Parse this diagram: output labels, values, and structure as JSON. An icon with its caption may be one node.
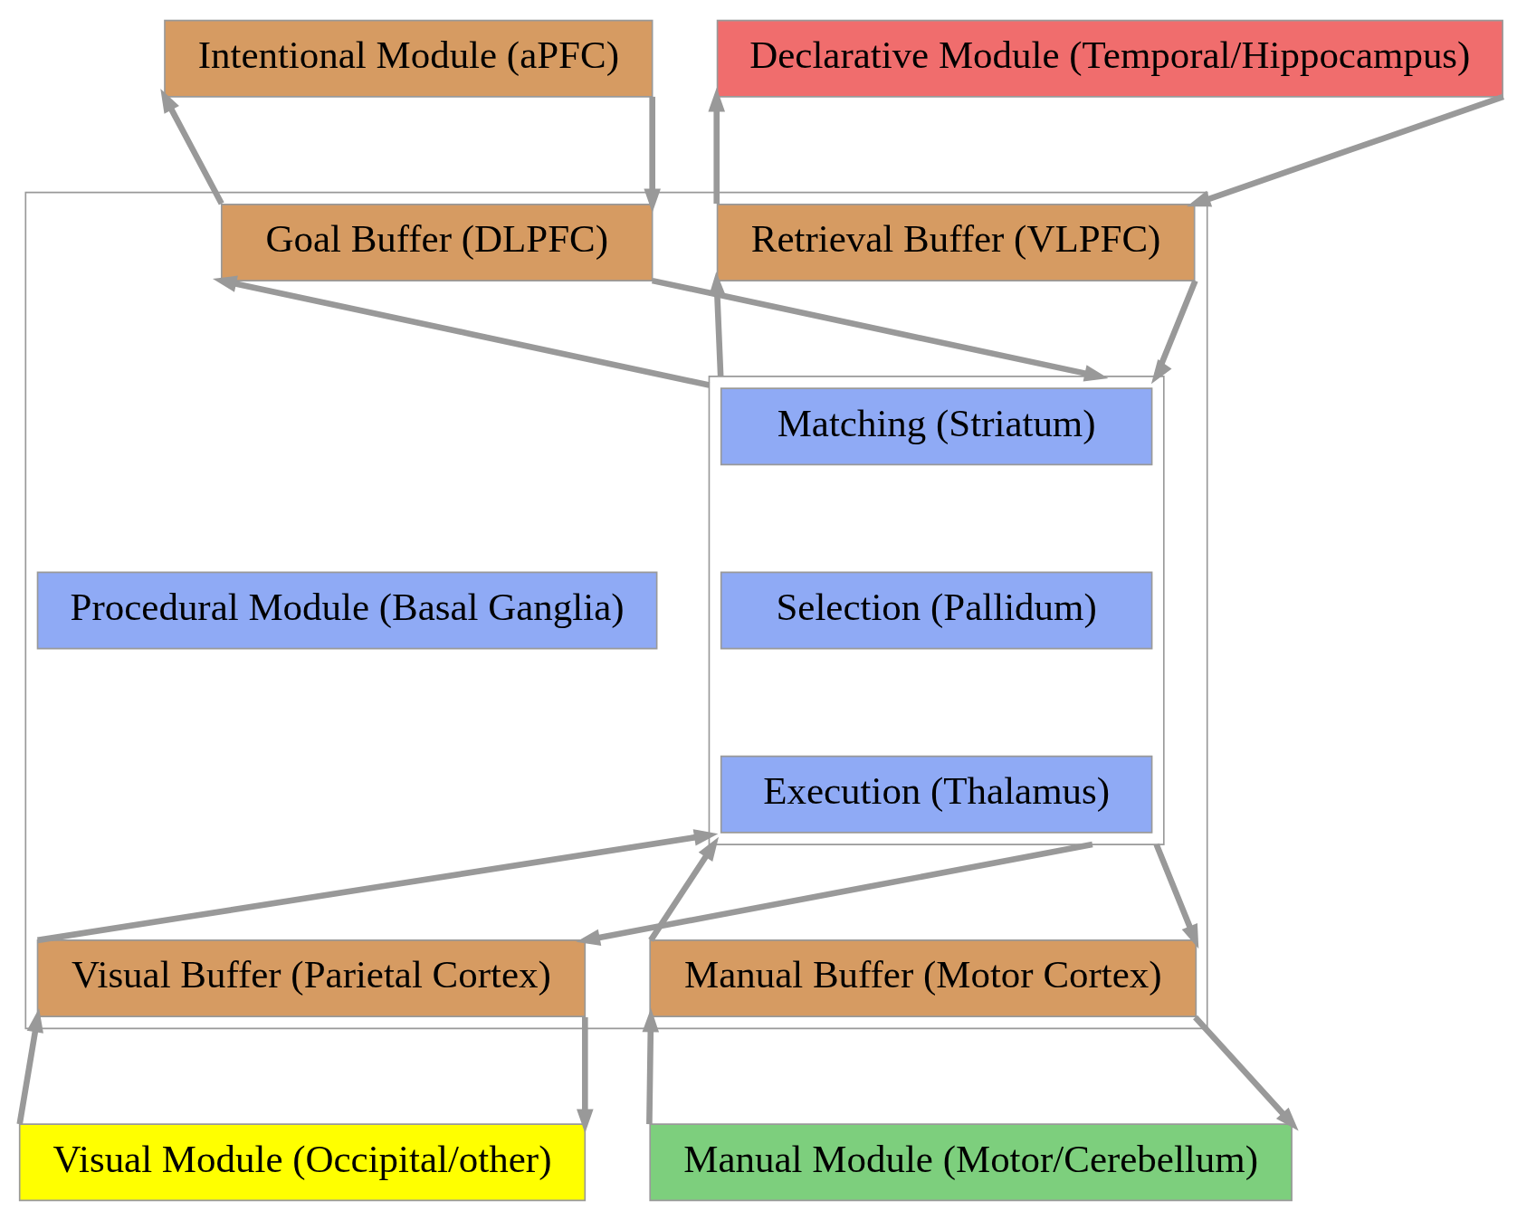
{
  "diagram": {
    "nodes": [
      {
        "text": [
          "Intentional Module (aPFC)"
        ]
      },
      {
        "text": [
          "Declarative Module (Temporal/Hippocampus)"
        ]
      },
      {
        "text": [],
        "shape": "box"
      },
      {
        "text": [
          "Goal Buffer (DLPFC)"
        ],
        "in": 2
      },
      {
        "text": [
          "Retrieval Buffer (VLPFC)"
        ],
        "in": 2
      },
      {
        "text": [
          "Procedural Module (Basal Ganglia)"
        ],
        "in": 2
      },
      {
        "text": [],
        "shape": "box",
        "in": 2
      },
      {
        "text": [
          "Matching (Striatum)"
        ],
        "in": 6
      },
      {
        "text": [
          "Selection (Pallidum)"
        ],
        "in": 6
      },
      {
        "text": [
          "Execution (Thalamus)"
        ],
        "in": 6
      },
      {
        "text": [
          "Visual Buffer (Parietal Cortex)"
        ],
        "in": 2
      },
      {
        "text": [
          "Manual Buffer (Motor Cortex)"
        ],
        "in": 2
      },
      {
        "text": [
          "Visual Module (Occipital/other)"
        ]
      },
      {
        "text": [
          "Manual Module (Motor/Cerebellum)"
        ]
      }
    ],
    "edges": [
      {
        "from": 0,
        "to": 3,
        "arrow": "to"
      },
      {
        "from": 3,
        "to": 0,
        "arrow": "to"
      },
      {
        "from": 1,
        "to": 4,
        "arrow": "to"
      },
      {
        "from": 4,
        "to": 1,
        "arrow": "to"
      },
      {
        "from": 3,
        "to": 6,
        "arrow": "to"
      },
      {
        "from": 6,
        "to": 3,
        "arrow": "to"
      },
      {
        "from": 4,
        "to": 6,
        "arrow": "to"
      },
      {
        "from": 6,
        "to": 4,
        "arrow": "to"
      },
      {
        "from": 6,
        "to": 10,
        "arrow": "to"
      },
      {
        "from": 10,
        "to": 6,
        "arrow": "to"
      },
      {
        "from": 6,
        "to": 11,
        "arrow": "to"
      },
      {
        "from": 11,
        "to": 6,
        "arrow": "to"
      },
      {
        "from": 10,
        "to": 12,
        "arrow": "to"
      },
      {
        "from": 12,
        "to": 10,
        "arrow": "to"
      },
      {
        "from": 11,
        "to": 13,
        "arrow": "to"
      },
      {
        "from": 13,
        "to": 11,
        "arrow": "to"
      }
    ]
  }
}
